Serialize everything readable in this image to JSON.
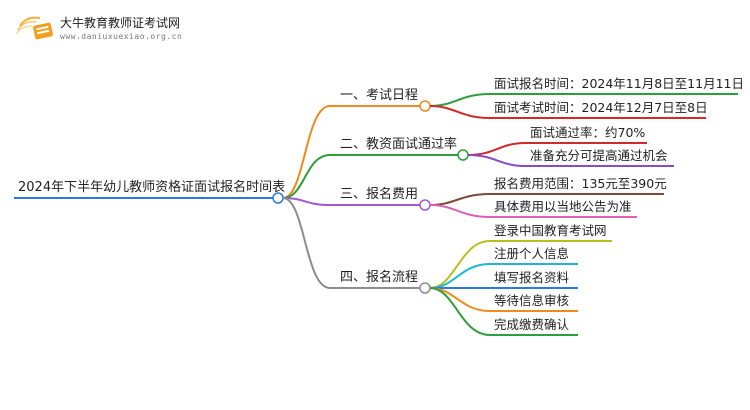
{
  "header": {
    "site_name": "大牛教育教师证考试网",
    "site_url": "www.daniuxuexiao.org.cn",
    "logo_icon": "graduation-book-logo-icon"
  },
  "mindmap": {
    "root": "2024年下半年幼儿教师资格证面试报名时间表",
    "branches": [
      {
        "label": "一、考试日程",
        "color": "#f08a1c",
        "children": [
          {
            "label": "面试报名时间：2024年11月8日至11月11日",
            "color": "#2e9e3a"
          },
          {
            "label": "面试考试时间：2024年12月7日至8日",
            "color": "#d02a2a"
          }
        ]
      },
      {
        "label": "二、教资面试通过率",
        "color": "#2e9e3a",
        "children": [
          {
            "label": "面试通过率：约70%",
            "color": "#d02a2a"
          },
          {
            "label": "准备充分可提高通过机会",
            "color": "#8a4bc4"
          }
        ]
      },
      {
        "label": "三、报名费用",
        "color": "#a05ad0",
        "children": [
          {
            "label": "报名费用范围：135元至390元",
            "color": "#7a4a3a"
          },
          {
            "label": "具体费用以当地公告为准",
            "color": "#e060b0"
          }
        ]
      },
      {
        "label": "四、报名流程",
        "color": "#8c8c8c",
        "children": [
          {
            "label": "登录中国教育考试网",
            "color": "#b8c020"
          },
          {
            "label": "注册个人信息",
            "color": "#20b8d0"
          },
          {
            "label": "填写报名资料",
            "color": "#2a7ae0"
          },
          {
            "label": "等待信息审核",
            "color": "#f08a1c"
          },
          {
            "label": "完成缴费确认",
            "color": "#2e9e3a"
          }
        ]
      }
    ],
    "root_underline_color": "#2a7ae0"
  }
}
